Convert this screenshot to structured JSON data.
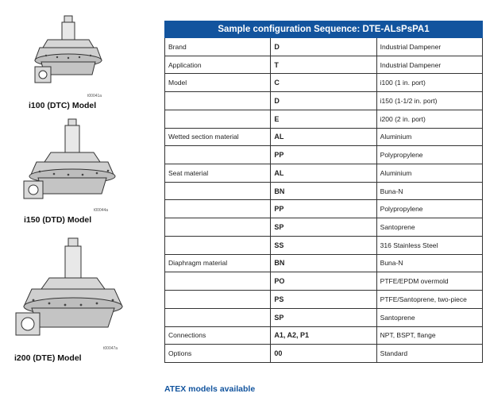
{
  "figures": [
    {
      "code": "t00041a",
      "caption": "i100 (DTC) Model"
    },
    {
      "code": "t00044a",
      "caption": "i150 (DTD) Model"
    },
    {
      "code": "t00047a",
      "caption": "i200 (DTE) Model"
    }
  ],
  "table": {
    "title": "Sample configuration Sequence: DTE-ALsPsPA1",
    "rows": [
      {
        "category": "Brand",
        "code": "D",
        "desc": "Industrial Dampener"
      },
      {
        "category": "Application",
        "code": "T",
        "desc": "Industrial Dampener"
      },
      {
        "category": "Model",
        "code": "C",
        "desc": "i100 (1 in. port)"
      },
      {
        "category": "",
        "code": "D",
        "desc": "i150 (1-1/2 in. port)"
      },
      {
        "category": "",
        "code": "E",
        "desc": "i200 (2 in. port)"
      },
      {
        "category": "Wetted section material",
        "code": "AL",
        "desc": "Aluminium"
      },
      {
        "category": "",
        "code": "PP",
        "desc": "Polypropylene"
      },
      {
        "category": "Seat material",
        "code": "AL",
        "desc": "Aluminium"
      },
      {
        "category": "",
        "code": "BN",
        "desc": "Buna-N"
      },
      {
        "category": "",
        "code": "PP",
        "desc": "Polypropylene"
      },
      {
        "category": "",
        "code": "SP",
        "desc": "Santoprene"
      },
      {
        "category": "",
        "code": "SS",
        "desc": "316 Stainless Steel"
      },
      {
        "category": "Diaphragm material",
        "code": "BN",
        "desc": "Buna-N"
      },
      {
        "category": "",
        "code": "PO",
        "desc": "PTFE/EPDM overmold"
      },
      {
        "category": "",
        "code": "PS",
        "desc": "PTFE/Santoprene, two-piece"
      },
      {
        "category": "",
        "code": "SP",
        "desc": "Santoprene"
      },
      {
        "category": "Connections",
        "code": "A1, A2, P1",
        "desc": "NPT, BSPT, flange"
      },
      {
        "category": "Options",
        "code": "00",
        "desc": "Standard"
      }
    ]
  },
  "footer": {
    "note": "ATEX models available"
  }
}
